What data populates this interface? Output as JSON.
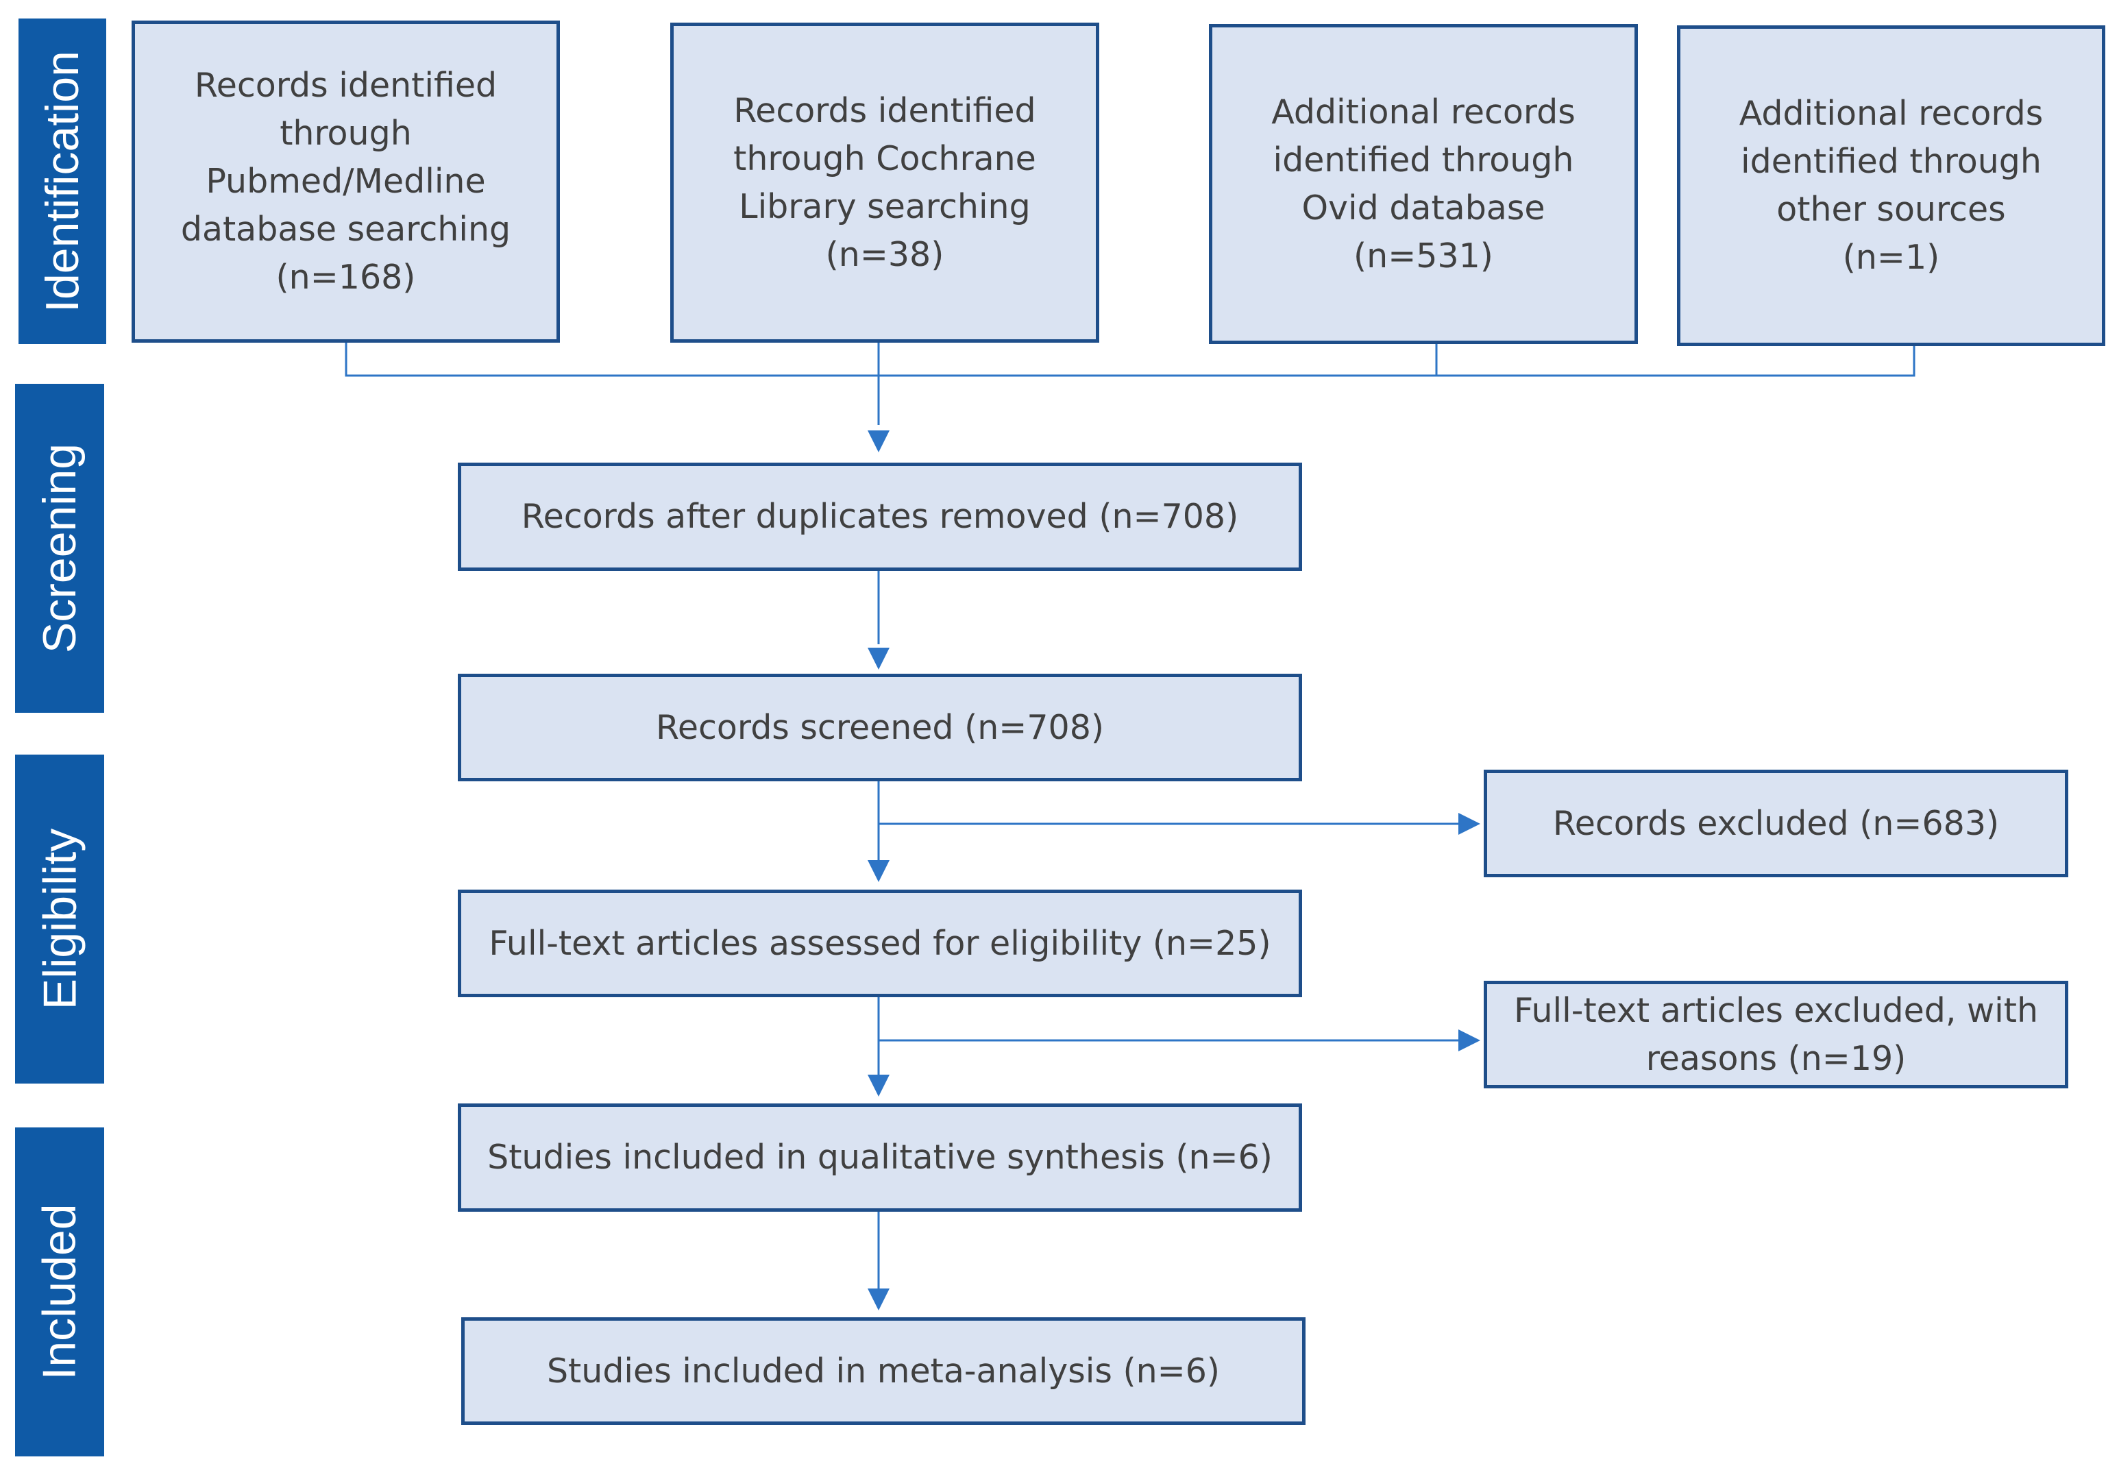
{
  "phases": {
    "identification": "Identification",
    "screening": "Screening",
    "eligibility": "Eligibility",
    "included": "Included"
  },
  "boxes": {
    "pubmed": "Records identified\nthrough\nPubmed/Medline\ndatabase searching\n(n=168)",
    "cochrane": "Records identified\nthrough Cochrane\nLibrary searching\n(n=38)",
    "ovid": "Additional records\nidentified through\nOvid database\n(n=531)",
    "other": "Additional records\nidentified through\nother sources\n(n=1)",
    "dedup": "Records after duplicates removed (n=708)",
    "screened": "Records screened (n=708)",
    "excluded": "Records excluded (n=683)",
    "fulltext": "Full-text articles assessed for eligibility (n=25)",
    "fulltext_excluded": "Full-text articles excluded, with\nreasons (n=19)",
    "qualitative": "Studies included in qualitative synthesis (n=6)",
    "meta": "Studies included in meta-analysis (n=6)"
  },
  "colors": {
    "phase_fill": "#0f5aa6",
    "box_fill": "#dae3f2",
    "box_border": "#1e4e8a",
    "arrow": "#2e75c6",
    "text": "#404040"
  }
}
